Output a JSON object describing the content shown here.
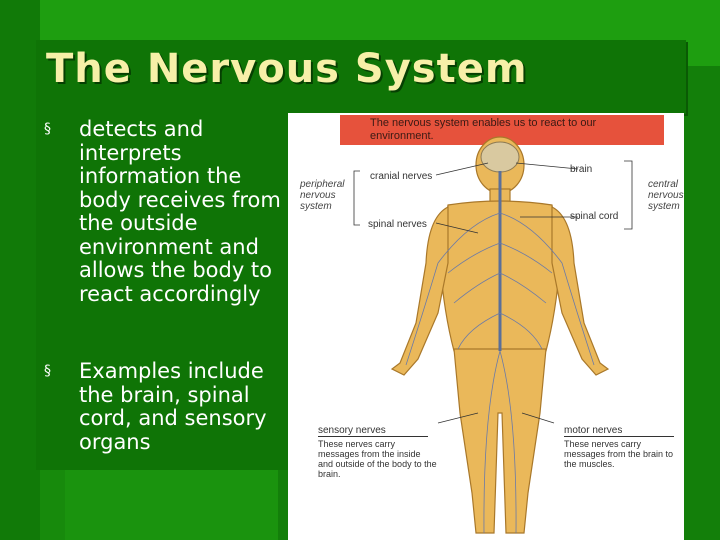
{
  "slide": {
    "title": "The Nervous System",
    "bullets": [
      {
        "marker": "§",
        "text": "detects and interprets information the body receives from the outside environment and allows the body to react accordingly"
      },
      {
        "marker": "§",
        "text": "Examples include the brain, spinal cord, and sensory organs"
      }
    ]
  },
  "figure": {
    "banner": "The nervous system enables us to react to our environment.",
    "labels": {
      "cranial_nerves": "cranial nerves",
      "brain": "brain",
      "spinal_nerves": "spinal nerves",
      "spinal_cord": "spinal cord",
      "peripheral": "peripheral nervous system",
      "central": "central nervous system"
    },
    "sensory": {
      "heading": "sensory nerves",
      "caption": "These nerves carry messages from the inside and outside of the body to the brain."
    },
    "motor": {
      "heading": "motor nerves",
      "caption": "These nerves carry messages from the brain to the muscles."
    }
  },
  "colors": {
    "background": "#1e9e10",
    "panel": "#0f7406",
    "title": "#f7f0a8",
    "body_fill": "#eab85a",
    "banner": "#e6523c"
  }
}
